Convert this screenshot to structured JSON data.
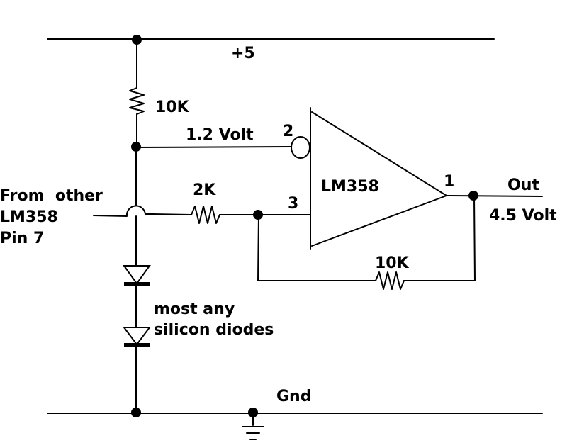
{
  "labels": {
    "supply": "+5",
    "r_top": "10K",
    "bias_voltage": "1.2 Volt",
    "pin2": "2",
    "r_input": "2K",
    "pin3": "3",
    "opamp": "LM358",
    "pin1": "1",
    "out": "Out",
    "out_voltage": "4.5 Volt",
    "r_feedback": "10K",
    "from_line1": "From  other",
    "from_line2": "LM358",
    "from_line3": "Pin 7",
    "diodes_line1": "most any",
    "diodes_line2": "silicon diodes",
    "gnd": "Gnd"
  }
}
